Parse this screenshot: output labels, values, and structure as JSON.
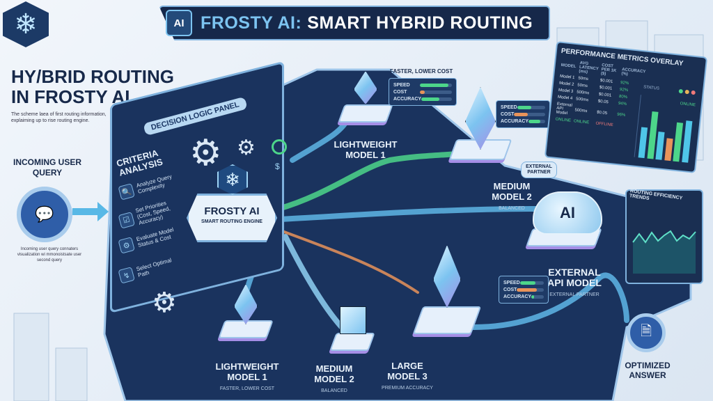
{
  "header": {
    "title_accent": "FROSTY AI:",
    "title_main": "SMART HYBRID ROUTING",
    "chip_label": "AI"
  },
  "logo": {
    "icon": "snowflake-icon"
  },
  "intro": {
    "title_line1": "HY/BRID ROUTING",
    "title_line2": "IN FROSTY AI",
    "subtitle": "The scheme laea of first routing information, explaiming up to rise routing engine."
  },
  "incoming": {
    "label": "INCOMING USER QUERY",
    "caption": "Incoming user query connaters visualization wi mmonoistsate user second query",
    "icon": "chat-bubble-icon"
  },
  "decision_panel": {
    "title": "DECISION LOGIC PANEL",
    "criteria_title": "CRITERIA ANALYSIS",
    "steps": [
      {
        "label": "Analyze Query Complexity",
        "icon": "magnifier-document-icon"
      },
      {
        "label": "Set Priorities (Cost, Speed, Accuracy)",
        "icon": "checklist-icon"
      },
      {
        "label": "Evaluate Model Status & Cost",
        "icon": "gears-icon"
      },
      {
        "label": "Select Optimal Path",
        "icon": "path-icon"
      }
    ]
  },
  "engine": {
    "name": "FROSTY AI",
    "subtitle": "SMART ROUTING ENGINE"
  },
  "metric_labels": {
    "speed": "SPEED",
    "cost": "COST",
    "accuracy": "ACCURACY"
  },
  "colors": {
    "navy": "#17294a",
    "board": "#1a335e",
    "speed": "#4dd68a",
    "cost": "#e8935a",
    "accuracy_green": "#4dd68a",
    "accuracy_orange": "#e8935a",
    "accent": "#7cc3f0"
  },
  "top_models": [
    {
      "name_line1": "LIGHTWEIGHT",
      "name_line2": "MODEL 1",
      "metrics_title": "FASTER, LOWER COST",
      "speed": 0.9,
      "cost": 0.15,
      "accuracy": 0.6
    },
    {
      "name_line1": "MEDIUM",
      "name_line2": "MODEL 2",
      "tag": "BALANCED",
      "speed": 0.5,
      "cost": 0.45,
      "accuracy": 0.7
    }
  ],
  "external_partner_tag": "EXTERNAL PARTNER",
  "external": {
    "cloud_label": "AI",
    "name_line1": "EXTERNAL",
    "name_line2": "API MODEL",
    "tag": "EXTERNAL PARTNER",
    "speed": 0.65,
    "cost": 0.75,
    "accuracy": 0.2
  },
  "bottom_models": [
    {
      "name_line1": "LIGHTWEIGHT",
      "name_line2": "MODEL 1",
      "tag": "FASTER, LOWER COST"
    },
    {
      "name_line1": "MEDIUM",
      "name_line2": "MODEL 2",
      "tag": "BALANCED"
    },
    {
      "name_line1": "LARGE",
      "name_line2": "MODEL 3",
      "tag": "PREMIUM ACCURACY"
    }
  ],
  "output": {
    "label_line1": "OPTIMIZED",
    "label_line2": "ANSWER",
    "icon": "document-search-icon"
  },
  "performance": {
    "title": "PERFORMANCE METRICS OVERLAY",
    "columns": [
      "MODEL",
      "AVG LATENCY (ms)",
      "COST PER 1K ($)",
      "ACCURACY (%)"
    ],
    "rows": [
      [
        "Model 1",
        "50ms",
        "$0.001",
        "92%"
      ],
      [
        "Model 2",
        "50ms",
        "$0.001",
        "92%"
      ],
      [
        "Model 3",
        "500ms",
        "$0.001",
        "80%"
      ],
      [
        "Model 4",
        "500ms",
        "$0.05",
        "94%"
      ],
      [
        "External API Model",
        "500ms",
        "$0.05",
        "96%"
      ]
    ],
    "statuses": [
      "ONLINE",
      "ONLINE",
      "OFFLINE"
    ],
    "status_label": "STATUS",
    "status_value": "ONLINE",
    "bars": [
      0.55,
      0.85,
      0.5,
      0.4,
      0.7,
      0.75
    ],
    "bar_colors": [
      "#4fc6e8",
      "#4dd68a",
      "#4fc6e8",
      "#e8935a",
      "#4dd68a",
      "#4fc6e8"
    ]
  },
  "trends": {
    "title": "ROUTING EFFICIENCY TRENDS",
    "values": [
      0.5,
      0.62,
      0.5,
      0.64,
      0.52,
      0.6,
      0.66,
      0.52,
      0.6,
      0.55,
      0.65
    ]
  }
}
